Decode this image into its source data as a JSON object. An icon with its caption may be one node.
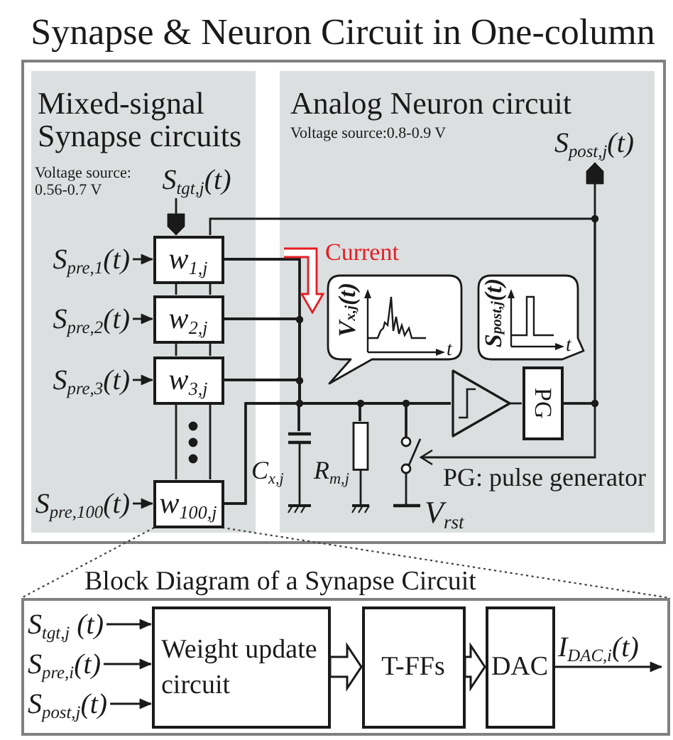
{
  "diagram": {
    "nodes": [
      {
        "text": [
          "Synapse & Neuron Circuit in One-column"
        ]
      },
      {
        "text": [
          "Mixed-signal Synapse circuits",
          "Voltage source: 0.56-0.7 V"
        ],
        "in": 0
      },
      {
        "text": [
          "Analog Neuron circuit",
          "Voltage source:0.8-0.9 V"
        ],
        "in": 0
      },
      {
        "text": [
          "S$_{tgt,j}$(t)"
        ],
        "in": 1
      },
      {
        "text": [
          "S$_{pre,1}$(t)"
        ],
        "in": 1
      },
      {
        "text": [
          "w$_{1,j}$"
        ],
        "in": 1
      },
      {
        "text": [
          "S$_{pre,2}$(t)"
        ],
        "in": 1
      },
      {
        "text": [
          "w$_{2,j}$"
        ],
        "in": 1
      },
      {
        "text": [
          "S$_{pre,3}$(t)"
        ],
        "in": 1
      },
      {
        "text": [
          "w$_{3,j}$"
        ],
        "in": 1
      },
      {
        "text": [
          "S$_{pre,100}$(t)"
        ],
        "in": 1
      },
      {
        "text": [
          "w$_{100,j}$"
        ],
        "in": 1
      },
      {
        "text": [],
        "shape": "triangle",
        "in": 2
      },
      {
        "text": [
          "PG"
        ],
        "in": 2
      },
      {
        "text": [
          "S$_{post,j}$(t)"
        ],
        "in": 2
      },
      {
        "text": [
          "V$_{x,j}$(t)",
          "t"
        ],
        "in": 2
      },
      {
        "text": [
          "S$_{post,j}$(t)",
          "t"
        ],
        "in": 2
      },
      {
        "text": [],
        "shape": "capacitor",
        "in": 2,
        "beside": [
          "C$_{x,j}$"
        ]
      },
      {
        "text": [],
        "shape": "resistor",
        "in": 2,
        "beside": [
          "R$_{m,j}$"
        ]
      },
      {
        "text": [],
        "shape": "switch",
        "in": 2,
        "beside": [
          "V$_{rst}$"
        ]
      },
      {
        "text": [
          "Block Diagram of a Synapse Circuit"
        ]
      },
      {
        "text": [
          "S$_{tgt,j}$ (t)"
        ],
        "in": 20
      },
      {
        "text": [
          "S$_{pre,i}$(t)"
        ],
        "in": 20
      },
      {
        "text": [
          "S$_{post,j}$(t)"
        ],
        "in": 20
      },
      {
        "text": [
          "Weight update circuit"
        ],
        "in": 20
      },
      {
        "text": [
          "T-FFs"
        ],
        "in": 20
      },
      {
        "text": [
          "DAC"
        ],
        "in": 20
      }
    ],
    "edges": [
      {
        "from": 3,
        "to": 5,
        "arrow": "to"
      },
      {
        "from": 4,
        "to": 5,
        "arrow": "to"
      },
      {
        "from": 6,
        "to": 7,
        "arrow": "to"
      },
      {
        "from": 8,
        "to": 9,
        "arrow": "to"
      },
      {
        "from": 10,
        "to": 11,
        "arrow": "to"
      },
      {
        "from": 5,
        "to": 7,
        "arrow": "none"
      },
      {
        "from": 5,
        "to": 7,
        "arrow": "none"
      },
      {
        "from": 7,
        "to": 9,
        "arrow": "none"
      },
      {
        "from": 7,
        "to": 9,
        "arrow": "none"
      },
      {
        "from": 9,
        "to": 11,
        "arrow": "none"
      },
      {
        "from": 9,
        "to": 11,
        "arrow": "none"
      },
      {
        "from": 5,
        "to": 12,
        "arrow": "none"
      },
      {
        "from": 7,
        "to": 12,
        "arrow": "none"
      },
      {
        "from": 9,
        "to": 12,
        "arrow": "none"
      },
      {
        "from": 11,
        "to": 12,
        "arrow": "none"
      },
      {
        "from": 5,
        "to": 17,
        "arrow": "none"
      },
      {
        "from": 7,
        "to": 17,
        "arrow": "none"
      },
      {
        "from": 9,
        "to": 17,
        "arrow": "none"
      },
      {
        "from": 11,
        "to": 17,
        "arrow": "none"
      },
      {
        "from": 5,
        "to": 18,
        "arrow": "none"
      },
      {
        "from": 7,
        "to": 18,
        "arrow": "none"
      },
      {
        "from": 9,
        "to": 18,
        "arrow": "none"
      },
      {
        "from": 11,
        "to": 18,
        "arrow": "none"
      },
      {
        "from": 5,
        "to": 19,
        "arrow": "none"
      },
      {
        "from": 7,
        "to": 19,
        "arrow": "none"
      },
      {
        "from": 9,
        "to": 19,
        "arrow": "none"
      },
      {
        "from": 11,
        "to": 19,
        "arrow": "none"
      },
      {
        "from": 12,
        "to": 13,
        "arrow": "none"
      },
      {
        "from": 13,
        "to": 14,
        "arrow": "to"
      },
      {
        "from": 13,
        "to": 5,
        "arrow": "none"
      },
      {
        "from": 13,
        "to": 19,
        "arrow": "to"
      },
      {
        "from": 11,
        "to": 20,
        "arrow": "none",
        "style": "dashed"
      },
      {
        "from": 11,
        "to": 20,
        "arrow": "none",
        "style": "dashed"
      },
      {
        "from": 21,
        "to": 24,
        "arrow": "to"
      },
      {
        "from": 22,
        "to": 24,
        "arrow": "to"
      },
      {
        "from": 23,
        "to": 24,
        "arrow": "to"
      },
      {
        "from": 24,
        "to": 25,
        "arrow": "to",
        "style": "thick"
      },
      {
        "from": 25,
        "to": 26,
        "arrow": "to",
        "style": "thick"
      },
      {
        "from": 26,
        "to": null,
        "arrow": "to",
        "label": "I$_{DAC,i}$(t)"
      }
    ],
    "labels": [
      "Current",
      "PG: pulse generator"
    ]
  }
}
